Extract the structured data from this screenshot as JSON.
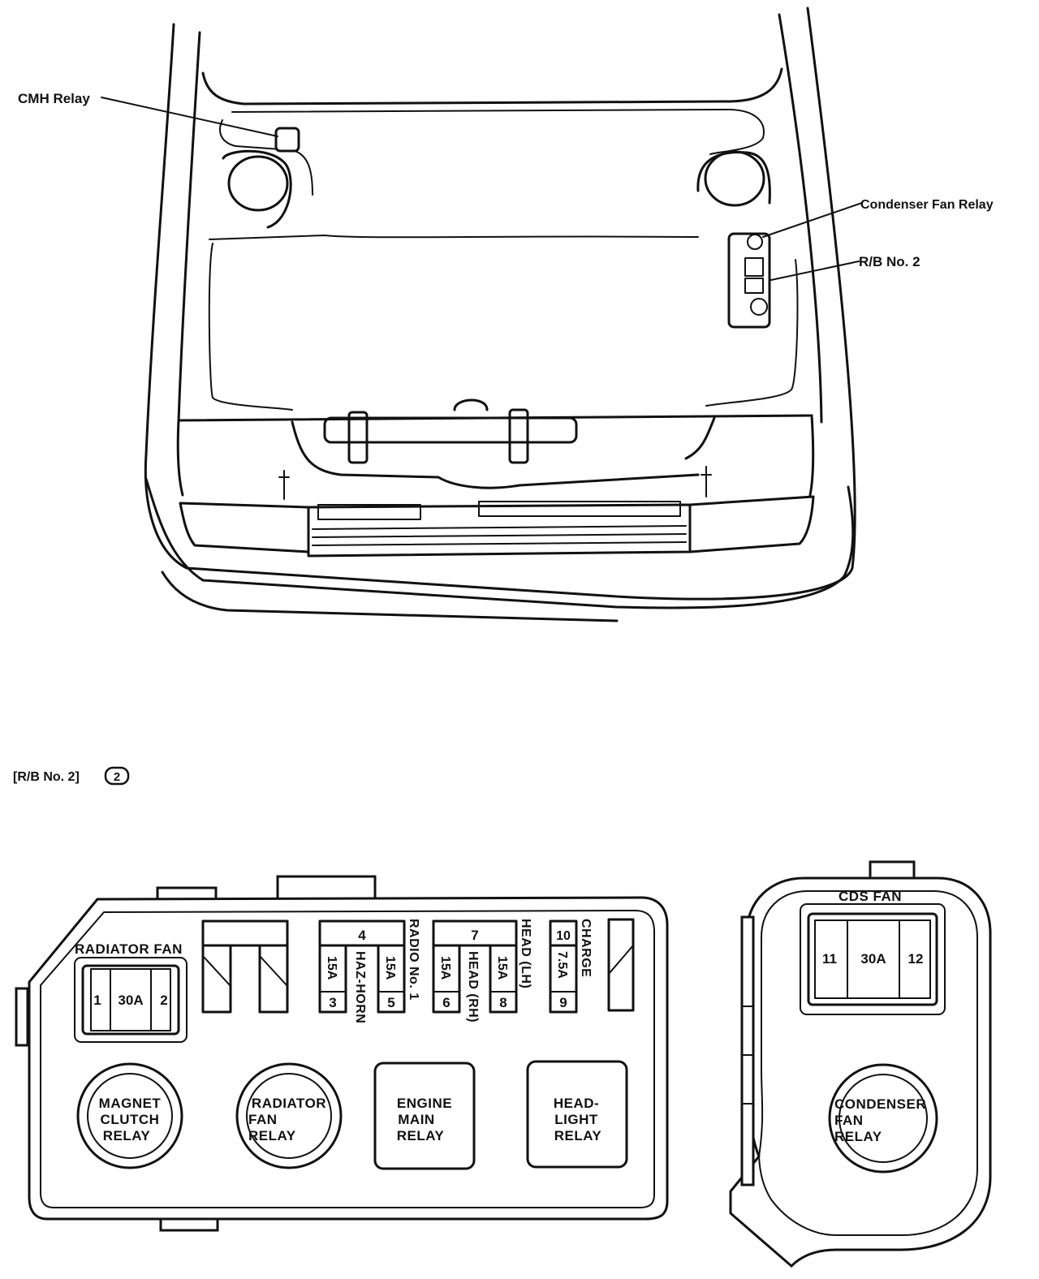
{
  "engine_bay": {
    "callouts": {
      "cmh_relay": "CMH Relay",
      "condenser_fan_relay": "Condenser Fan Relay",
      "rb_no2": "R/B No. 2"
    }
  },
  "section_header": {
    "label": "[R/B No. 2]",
    "badge": "2"
  },
  "relay_block": {
    "radiator_fan_fuse": {
      "title": "RADIATOR FAN",
      "left": "1",
      "rating": "30A",
      "right": "2"
    },
    "fuse_group_a": {
      "top": "4",
      "left_rating": "15A",
      "left_num": "3",
      "right_rating": "15A",
      "right_num": "5",
      "name_mid": "HAZ-HORN",
      "name_side": "RADIO No. 1"
    },
    "fuse_group_b": {
      "top": "7",
      "left_rating": "15A",
      "left_num": "6",
      "right_rating": "15A",
      "right_num": "8",
      "name_mid": "HEAD (RH)",
      "name_side": "HEAD (LH)"
    },
    "fuse_group_c": {
      "top": "10",
      "rating": "7.5A",
      "num": "9",
      "name_side": "CHARGE"
    },
    "relays": {
      "magnet_clutch": [
        "MAGNET",
        "CLUTCH",
        "RELAY"
      ],
      "radiator_fan": [
        "RADIATOR",
        "FAN",
        "RELAY"
      ],
      "engine_main": [
        "ENGINE",
        "MAIN",
        "RELAY"
      ],
      "headlight": [
        "HEAD-",
        "LIGHT",
        "RELAY"
      ]
    }
  },
  "cds_block": {
    "fuse": {
      "title": "CDS FAN",
      "left": "11",
      "rating": "30A",
      "right": "12"
    },
    "relay": [
      "CONDENSER",
      "FAN",
      "RELAY"
    ]
  }
}
